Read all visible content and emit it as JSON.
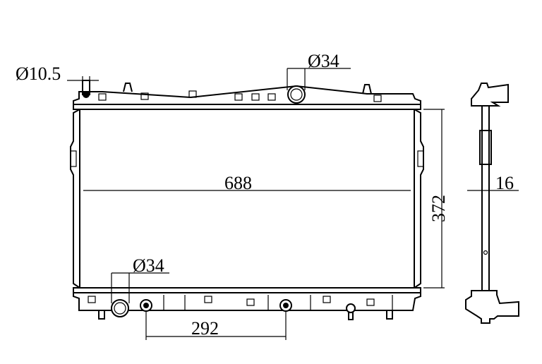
{
  "drawing": {
    "title": "Radiator dimension drawing",
    "dimensions": {
      "inlet_pipe_small_diameter": "Ø10.5",
      "top_inlet_diameter": "Ø34",
      "core_width": "688",
      "core_height": "372",
      "core_thickness": "16",
      "bottom_outlet_diameter": "Ø34",
      "bottom_spacing": "292"
    }
  }
}
